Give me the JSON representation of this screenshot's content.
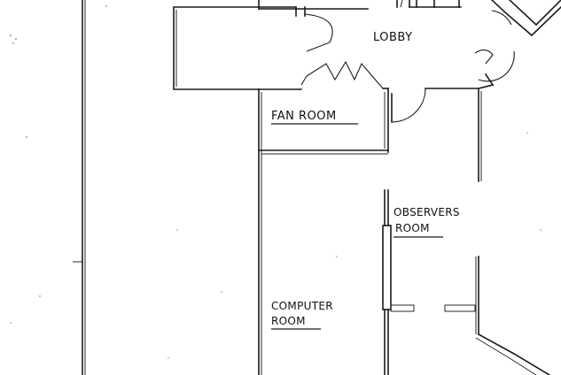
{
  "rooms": {
    "lobby": "LOBBY",
    "fan_room": "FAN ROOM",
    "observers_line1": "OBSERVERS",
    "observers_line2": "ROOM",
    "computer_line1": "COMPUTER",
    "computer_line2": "ROOM"
  },
  "colors": {
    "ink": "#1a1a1a",
    "paper": "#ffffff"
  }
}
